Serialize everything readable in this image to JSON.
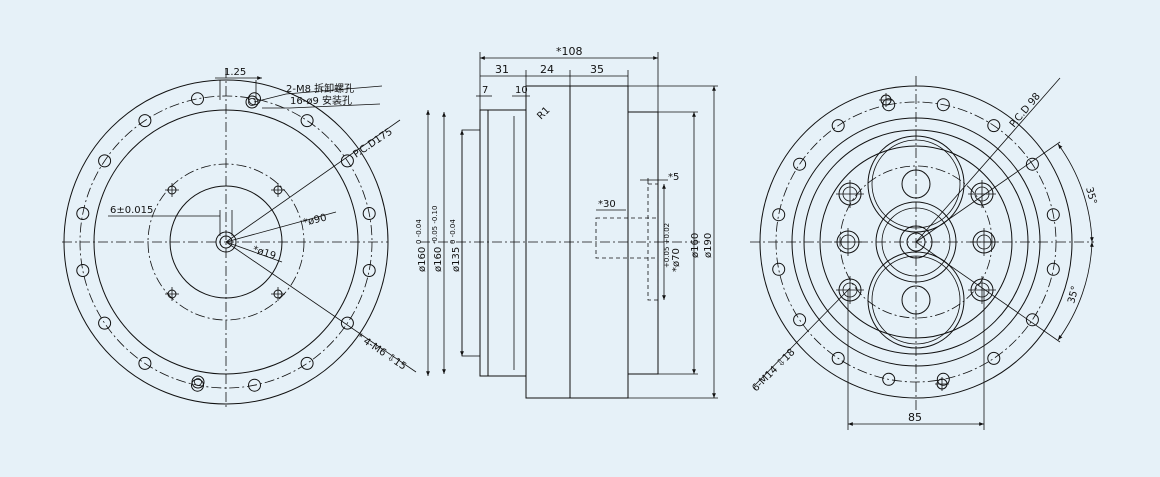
{
  "background_color": "#e6f1f8",
  "line_color": "#111111",
  "front_view": {
    "label_offset": "1.25",
    "label_m8": "2-M8 拆卸螺孔",
    "label_holes": "16-ø9 安装孔",
    "label_pcd": "P.C.D175",
    "label_key": "6±0.015",
    "label_d90": "*ø90",
    "label_d19": "*ø19",
    "label_m6": "* 4-M6 ⇩15"
  },
  "side_view": {
    "label_108": "*108",
    "label_31": "31",
    "label_24": "24",
    "label_35": "35",
    "label_7": "7",
    "label_10": "10",
    "label_r1": "R1",
    "label_5": "*5",
    "label_30": "*30",
    "dim_160a_main": "ø160",
    "dim_160a_tol": "0 -0.04",
    "dim_160b_main": "ø160",
    "dim_160b_tol": "-0.05 -0.10",
    "dim_135_main": "ø135",
    "dim_135_tol": "0 -0.04",
    "dim_70_main": "*ø70",
    "dim_70_tol": "+0.05 +0.02",
    "dim_160c": "ø160",
    "dim_190": "ø190"
  },
  "rear_view": {
    "label_pcd": "P.C.D 98",
    "label_angle_top": "35°",
    "label_angle_bottom": "35°",
    "label_m14": "6-M14 ⇩18",
    "label_85": "85"
  }
}
